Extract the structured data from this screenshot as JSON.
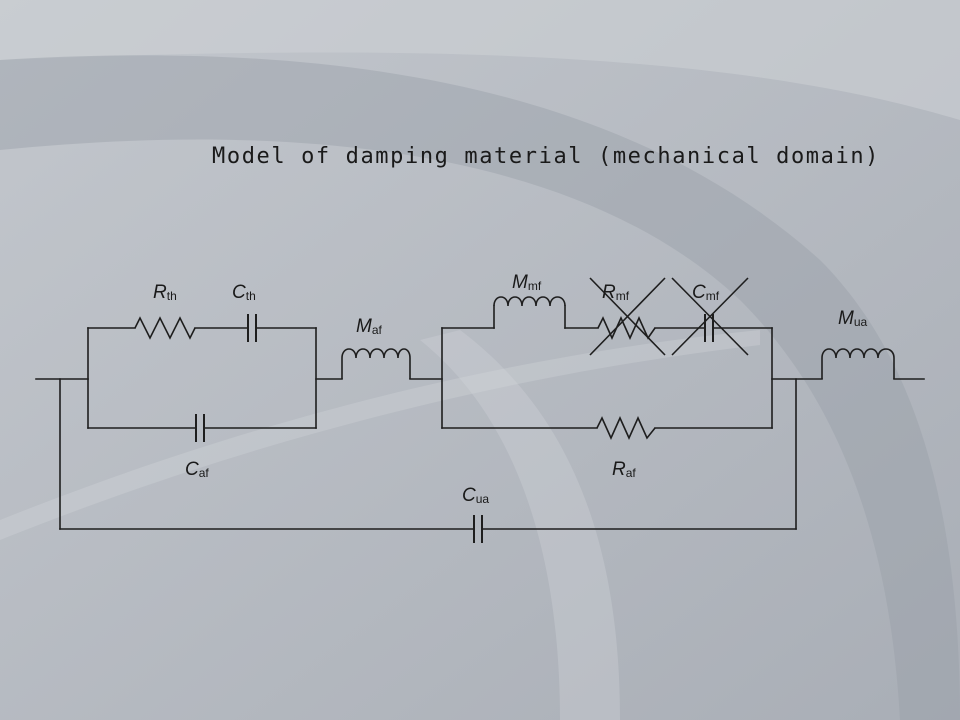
{
  "title": "Model of damping material (mechanical domain)",
  "components": {
    "r_th": {
      "symbol": "R",
      "subscript": "th"
    },
    "c_th": {
      "symbol": "C",
      "subscript": "th"
    },
    "c_af": {
      "symbol": "C",
      "subscript": "af"
    },
    "m_af": {
      "symbol": "M",
      "subscript": "af"
    },
    "m_mf": {
      "symbol": "M",
      "subscript": "mf"
    },
    "r_mf": {
      "symbol": "R",
      "subscript": "mf"
    },
    "c_mf": {
      "symbol": "C",
      "subscript": "mf"
    },
    "r_af": {
      "symbol": "R",
      "subscript": "af"
    },
    "m_ua": {
      "symbol": "M",
      "subscript": "ua"
    },
    "c_ua": {
      "symbol": "C",
      "subscript": "ua"
    }
  },
  "colors": {
    "background": "#b6bbc2",
    "line": "#1e1e1e",
    "cross": "#1e1e1e"
  }
}
